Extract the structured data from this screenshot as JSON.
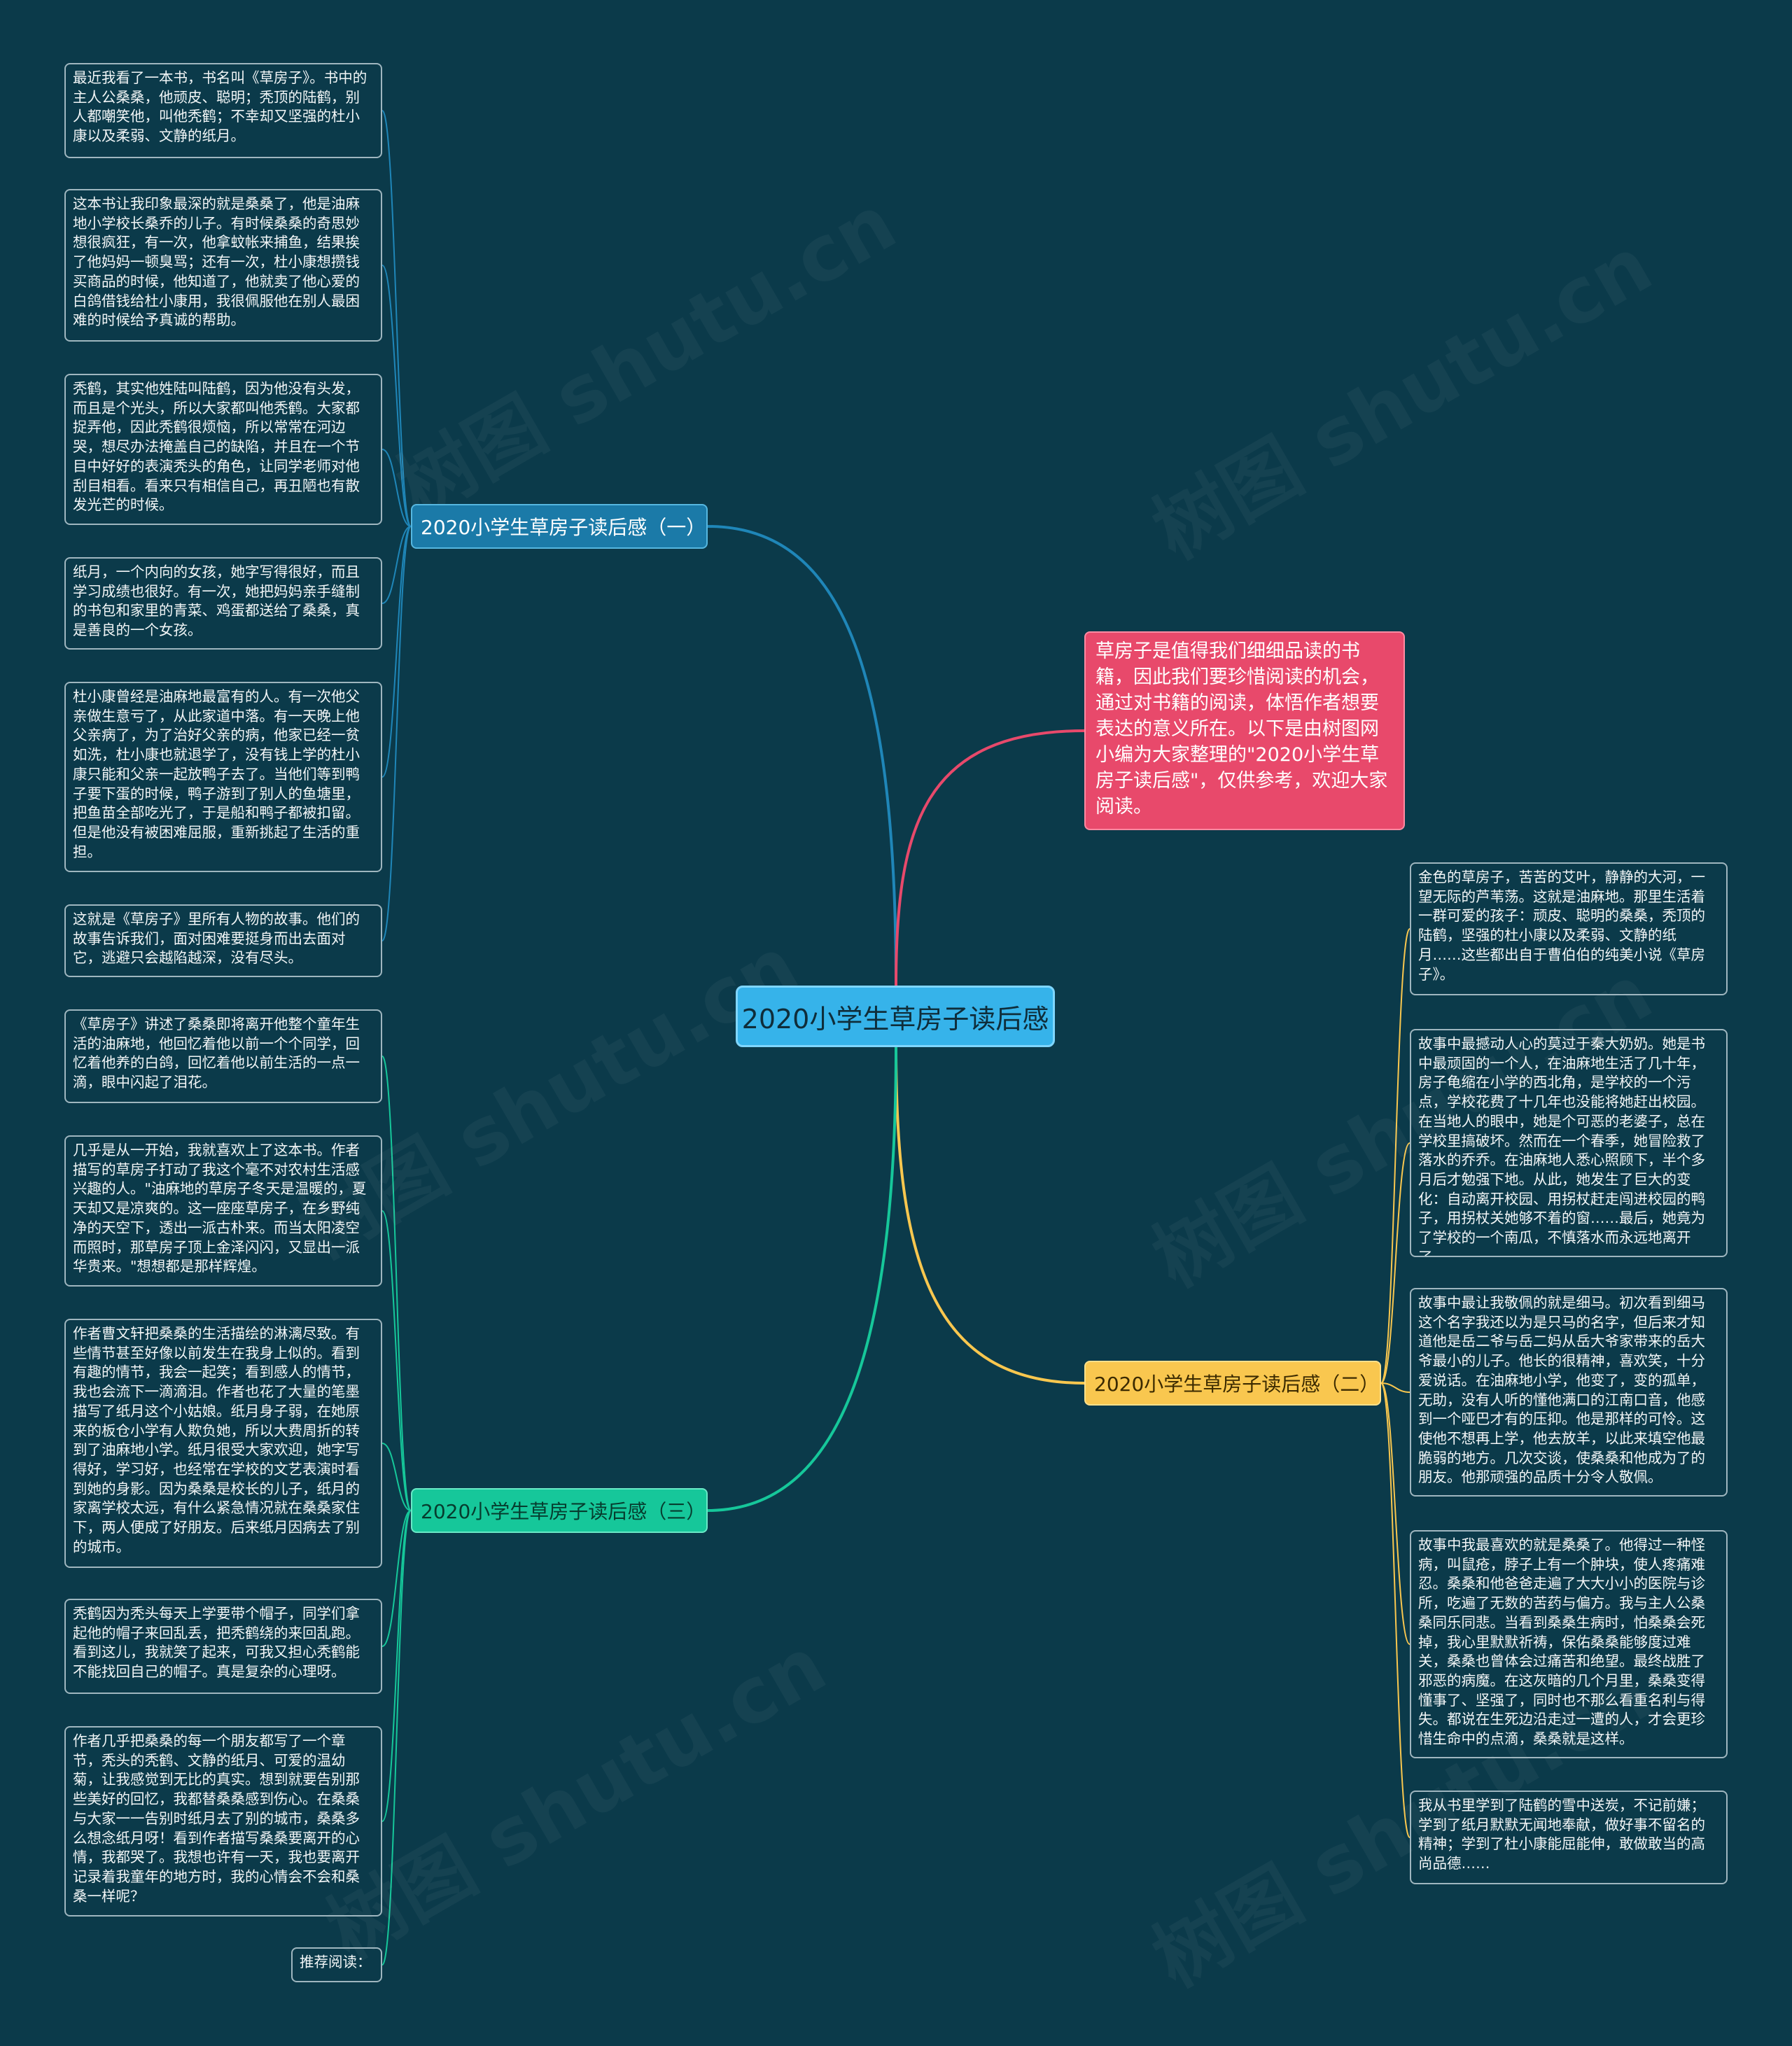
{
  "root": {
    "label": "2020小学生草房子读后感"
  },
  "intro": {
    "text": "草房子是值得我们细细品读的书籍，因此我们要珍惜阅读的机会，通过对书籍的阅读，体悟作者想要表达的意义所在。以下是由树图网小编为大家整理的\"2020小学生草房子读后感\"，仅供参考，欢迎大家阅读。"
  },
  "colors": {
    "background": "#0b3a4a",
    "root": "#36b3ea",
    "branch1": "#1b7aa8",
    "branch2": "#f9c74f",
    "branch3": "#16c79a",
    "intro": "#e8496b"
  },
  "branch1": {
    "label": "2020小学生草房子读后感（一）",
    "leaves": [
      "最近我看了一本书，书名叫《草房子》。书中的主人公桑桑，他顽皮、聪明；秃顶的陆鹤，别人都嘲笑他，叫他秃鹤；不幸却又坚强的杜小康以及柔弱、文静的纸月。",
      "这本书让我印象最深的就是桑桑了，他是油麻地小学校长桑乔的儿子。有时候桑桑的奇思妙想很疯狂，有一次，他拿蚊帐来捕鱼，结果挨了他妈妈一顿臭骂；还有一次，杜小康想攒钱买商品的时候，他知道了，他就卖了他心爱的白鸽借钱给杜小康用，我很佩服他在别人最困难的时候给予真诚的帮助。",
      "秃鹤，其实他姓陆叫陆鹤，因为他没有头发，而且是个光头，所以大家都叫他秃鹤。大家都捉弄他，因此秃鹤很烦恼，所以常常在河边哭，想尽办法掩盖自己的缺陷，并且在一个节目中好好的表演秃头的角色，让同学老师对他刮目相看。看来只有相信自己，再丑陋也有散发光芒的时候。",
      "纸月，一个内向的女孩，她字写得很好，而且学习成绩也很好。有一次，她把妈妈亲手缝制的书包和家里的青菜、鸡蛋都送给了桑桑，真是善良的一个女孩。",
      "杜小康曾经是油麻地最富有的人。有一次他父亲做生意亏了，从此家道中落。有一天晚上他父亲病了，为了治好父亲的病，他家已经一贫如洗，杜小康也就退学了，没有钱上学的杜小康只能和父亲一起放鸭子去了。当他们等到鸭子要下蛋的时候，鸭子游到了别人的鱼塘里，把鱼苗全部吃光了，于是船和鸭子都被扣留。但是他没有被困难屈服，重新挑起了生活的重担。",
      "这就是《草房子》里所有人物的故事。他们的故事告诉我们，面对困难要挺身而出去面对它，逃避只会越陷越深，没有尽头。"
    ]
  },
  "branch2": {
    "label": "2020小学生草房子读后感（二）",
    "leaves": [
      "金色的草房子，苦苦的艾叶，静静的大河，一望无际的芦苇荡。这就是油麻地。那里生活着一群可爱的孩子：顽皮、聪明的桑桑，秃顶的陆鹤，坚强的杜小康以及柔弱、文静的纸月……这些都出自于曹伯伯的纯美小说《草房子》。",
      "故事中最撼动人心的莫过于秦大奶奶。她是书中最顽固的一个人，在油麻地生活了几十年，房子龟缩在小学的西北角，是学校的一个污点，学校花费了十几年也没能将她赶出校园。在当地人的眼中，她是个可恶的老婆子，总在学校里搞破坏。然而在一个春季，她冒险救了落水的乔乔。在油麻地人悉心照顾下，半个多月后才勉强下地。从此，她发生了巨大的变化：自动离开校园、用拐杖赶走闯进校园的鸭子，用拐杖关她够不着的窗……最后，她竟为了学校的一个南瓜，不慎落水而永远地离开了。",
      "故事中最让我敬佩的就是细马。初次看到细马这个名字我还以为是只马的名字，但后来才知道他是岳二爷与岳二妈从岳大爷家带来的岳大爷最小的儿子。他长的很精神，喜欢笑，十分爱说话。在油麻地小学，他变了，变的孤单，无助，没有人听的懂他满口的江南口音，他感到一个哑巴才有的压抑。他是那样的可怜。这使他不想再上学，他去放羊，以此来填空他最脆弱的地方。几次交谈，使桑桑和他成为了的朋友。他那顽强的品质十分令人敬佩。",
      "故事中我最喜欢的就是桑桑了。他得过一种怪病，叫鼠疮，脖子上有一个肿块，使人疼痛难忍。桑桑和他爸爸走遍了大大小小的医院与诊所，吃遍了无数的苦药与偏方。我与主人公桑桑同乐同悲。当看到桑桑生病时，怕桑桑会死掉，我心里默默祈祷，保佑桑桑能够度过难关，桑桑也曾体会过痛苦和绝望。最终战胜了邪恶的病魔。在这灰暗的几个月里，桑桑变得懂事了、坚强了，同时也不那么看重名利与得失。都说在生死边沿走过一遭的人，才会更珍惜生命中的点滴，桑桑就是这样。",
      "我从书里学到了陆鹤的雪中送炭，不记前嫌；学到了纸月默默无闻地奉献，做好事不留名的精神；学到了杜小康能屈能伸，敢做敢当的高尚品德……"
    ]
  },
  "branch3": {
    "label": "2020小学生草房子读后感（三）",
    "leaves": [
      "《草房子》讲述了桑桑即将离开他整个童年生活的油麻地，他回忆着他以前一个个同学，回忆着他养的白鸽，回忆着他以前生活的一点一滴，眼中闪起了泪花。",
      "几乎是从一开始，我就喜欢上了这本书。作者描写的草房子打动了我这个毫不对农村生活感兴趣的人。\"油麻地的草房子冬天是温暖的，夏天却又是凉爽的。这一座座草房子，在乡野纯净的天空下，透出一派古朴来。而当太阳凌空而照时，那草房子顶上金泽闪闪，又显出一派华贵来。\"想想都是那样辉煌。",
      "作者曹文轩把桑桑的生活描绘的淋漓尽致。有些情节甚至好像以前发生在我身上似的。看到有趣的情节，我会一起笑；看到感人的情节，我也会流下一滴滴泪。作者也花了大量的笔墨描写了纸月这个小姑娘。纸月身子弱，在她原来的板仓小学有人欺负她，所以大费周折的转到了油麻地小学。纸月很受大家欢迎，她字写得好，学习好，也经常在学校的文艺表演时看到她的身影。因为桑桑是校长的儿子，纸月的家离学校太远，有什么紧急情况就在桑桑家住下，两人便成了好朋友。后来纸月因病去了别的城市。",
      "秃鹤因为秃头每天上学要带个帽子，同学们拿起他的帽子来回乱丢，把秃鹤绕的来回乱跑。看到这儿，我就笑了起来，可我又担心秃鹤能不能找回自己的帽子。真是复杂的心理呀。",
      "作者几乎把桑桑的每一个朋友都写了一个章节，秃头的秃鹤、文静的纸月、可爱的温幼菊，让我感觉到无比的真实。想到就要告别那些美好的回忆，我都替桑桑感到伤心。在桑桑与大家一一告别时纸月去了别的城市，桑桑多么想念纸月呀！看到作者描写桑桑要离开的心情，我都哭了。我想也许有一天，我也要离开记录着我童年的地方时，我的心情会不会和桑桑一样呢？",
      "推荐阅读："
    ]
  },
  "watermark": "树图 shutu.cn"
}
